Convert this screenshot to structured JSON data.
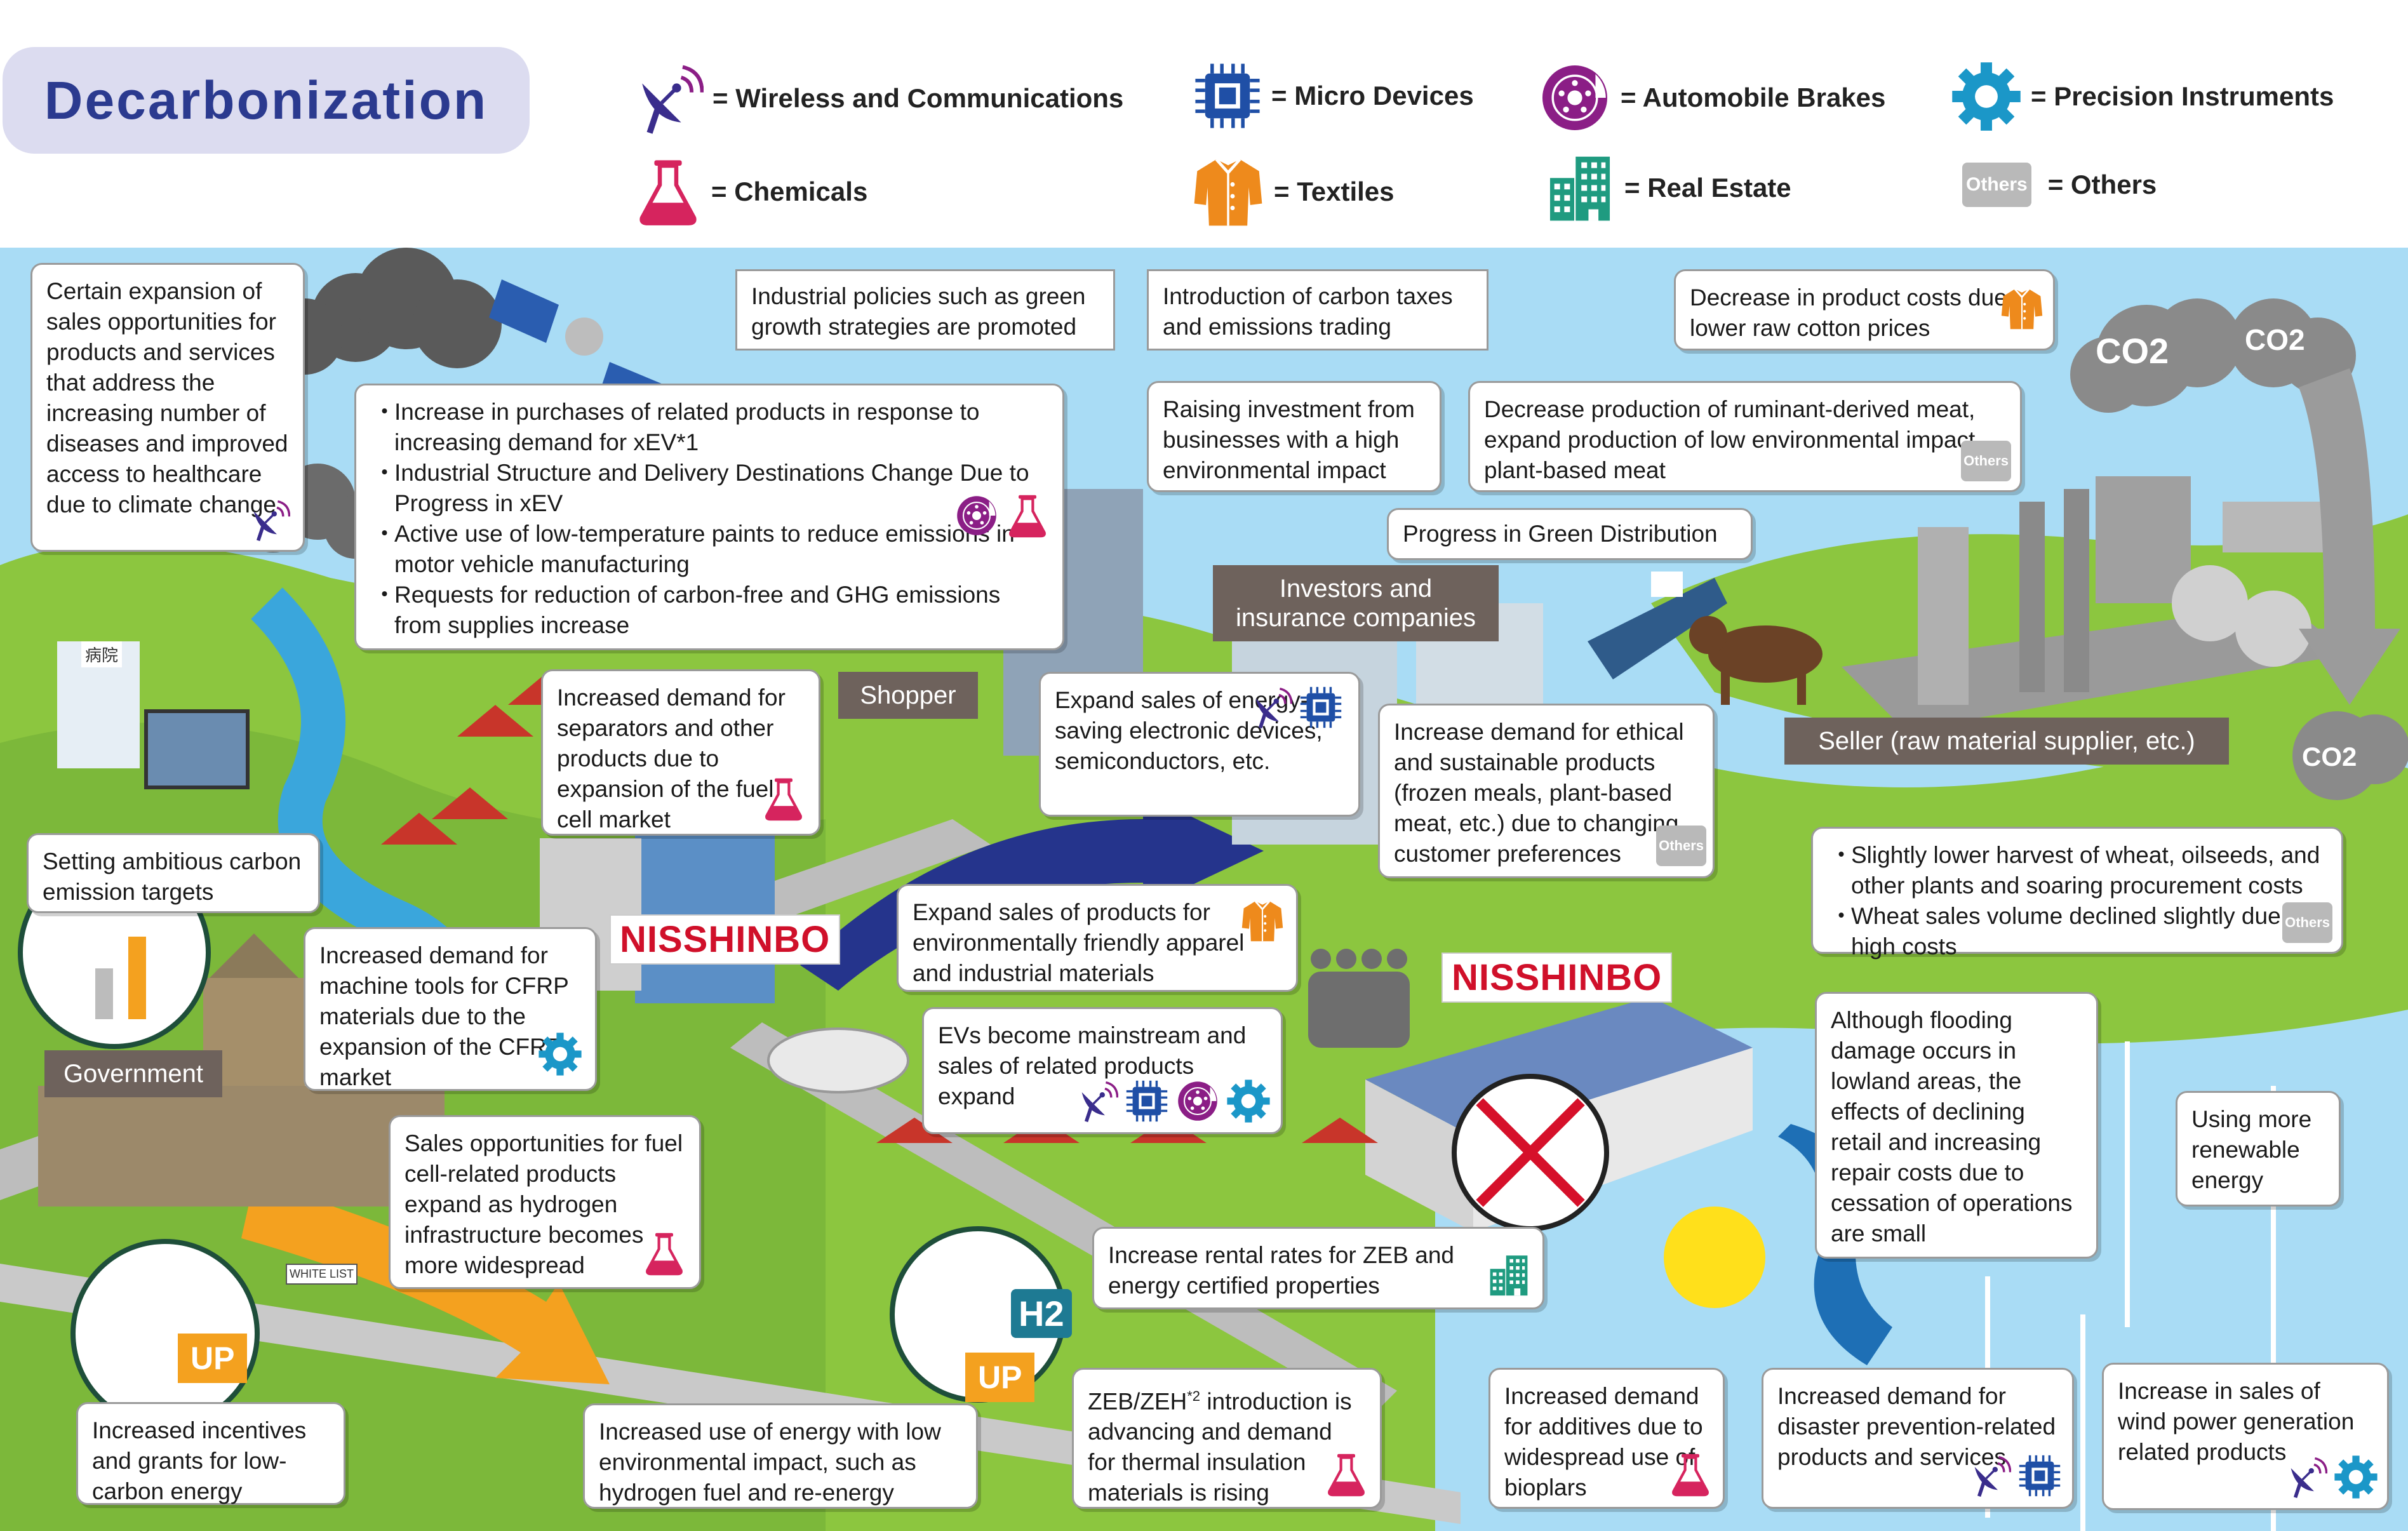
{
  "title": "Decarbonization",
  "legend": [
    {
      "icon": "wireless-icon",
      "label": "= Wireless and Communications"
    },
    {
      "icon": "micro-devices-icon",
      "label": "= Micro Devices"
    },
    {
      "icon": "brake-icon",
      "label": "= Automobile Brakes"
    },
    {
      "icon": "precision-gear-icon",
      "label": "= Precision Instruments"
    },
    {
      "icon": "chemicals-flask-icon",
      "label": "= Chemicals"
    },
    {
      "icon": "textiles-shirt-icon",
      "label": "= Textiles"
    },
    {
      "icon": "real-estate-building-icon",
      "label": "= Real Estate"
    },
    {
      "icon": "others-icon",
      "label": "= Others"
    }
  ],
  "others_badge": "Others",
  "colors": {
    "wireless": "#3a2d8c",
    "micro": "#1f4fa6",
    "brake": "#8b1e86",
    "precision": "#1b97c8",
    "chemicals": "#d6245e",
    "textiles": "#ee8a1c",
    "real_estate": "#1f9b80",
    "others": "#aaaaaa",
    "sky": "#a9dcf5",
    "grass": "#8cc63f"
  },
  "labels": {
    "government": "Government",
    "shopper": "Shopper",
    "investors": "Investors and insurance companies",
    "seller": "Seller (raw material supplier, etc.)",
    "nisshinbo": "NISSHINBO",
    "up": "UP",
    "co2": "CO2",
    "h2": "H2",
    "hospital": "病院",
    "white_list": "WHITE LIST"
  },
  "boxes": {
    "healthcare": "Certain expansion of sales opportunities for products and services that address the increasing number of diseases and improved access to healthcare due to climate change",
    "xev_bullets": [
      "Increase in purchases of related products in response to increasing demand for xEV*1",
      "Industrial Structure and Delivery Destinations Change Due to Progress in xEV",
      "Active use of low-temperature paints to reduce emissions in motor vehicle manufacturing",
      "Requests for reduction of carbon-free and GHG emissions from supplies increase"
    ],
    "industrial_policies": "Industrial policies such as green growth strategies are promoted",
    "carbon_taxes": "Introduction of carbon taxes and emissions trading",
    "cotton": "Decrease in product costs due to lower raw cotton prices",
    "raising_investment": "Raising investment from businesses with a high environmental impact",
    "ruminant": "Decrease production of ruminant-derived meat, expand production of low environmental impact plant-based meat",
    "green_distribution": "Progress in Green Distribution",
    "separators": "Increased demand for separators and other products due to expansion of the fuel cell market",
    "energy_saving": "Expand sales of energy-saving electronic devices, semiconductors, etc.",
    "ethical": "Increase demand for ethical and sustainable products (frozen meals, plant-based meat, etc.) due to changing customer preferences",
    "carbon_targets": "Setting ambitious carbon emission targets",
    "cfrp": "Increased demand for machine tools for CFRP materials due to the expansion of the CFRP market",
    "apparel": "Expand sales of products for environmentally friendly apparel and industrial materials",
    "wheat_bullets": [
      "Slightly lower harvest of wheat, oilseeds, and other plants and soaring procurement costs",
      "Wheat sales volume declined slightly due to high costs"
    ],
    "evs": "EVs become mainstream and sales of related products expand",
    "flooding": "Although flooding damage occurs in lowland areas, the effects of declining retail and increasing repair costs due to cessation of operations are small",
    "fuel_cell": "Sales opportunities for fuel cell-related products expand as hydrogen infrastructure becomes more widespread",
    "renewable": "Using more renewable energy",
    "zeb_rental": "Increase rental rates for ZEB and energy certified properties",
    "incentives": "Increased incentives and grants for low-carbon energy",
    "hydrogen": "Increased use of energy with low environmental impact, such as hydrogen fuel and re-energy",
    "zeb_intro_pre": "ZEB/ZEH",
    "zeb_intro_sup": "*2",
    "zeb_intro_post": " introduction is advancing and demand for thermal insulation materials is rising",
    "bioplars": "Increased demand for additives due to widespread use of bioplars",
    "disaster": "Increased demand for disaster prevention-related products and services",
    "wind": "Increase in sales of wind power generation related products"
  }
}
